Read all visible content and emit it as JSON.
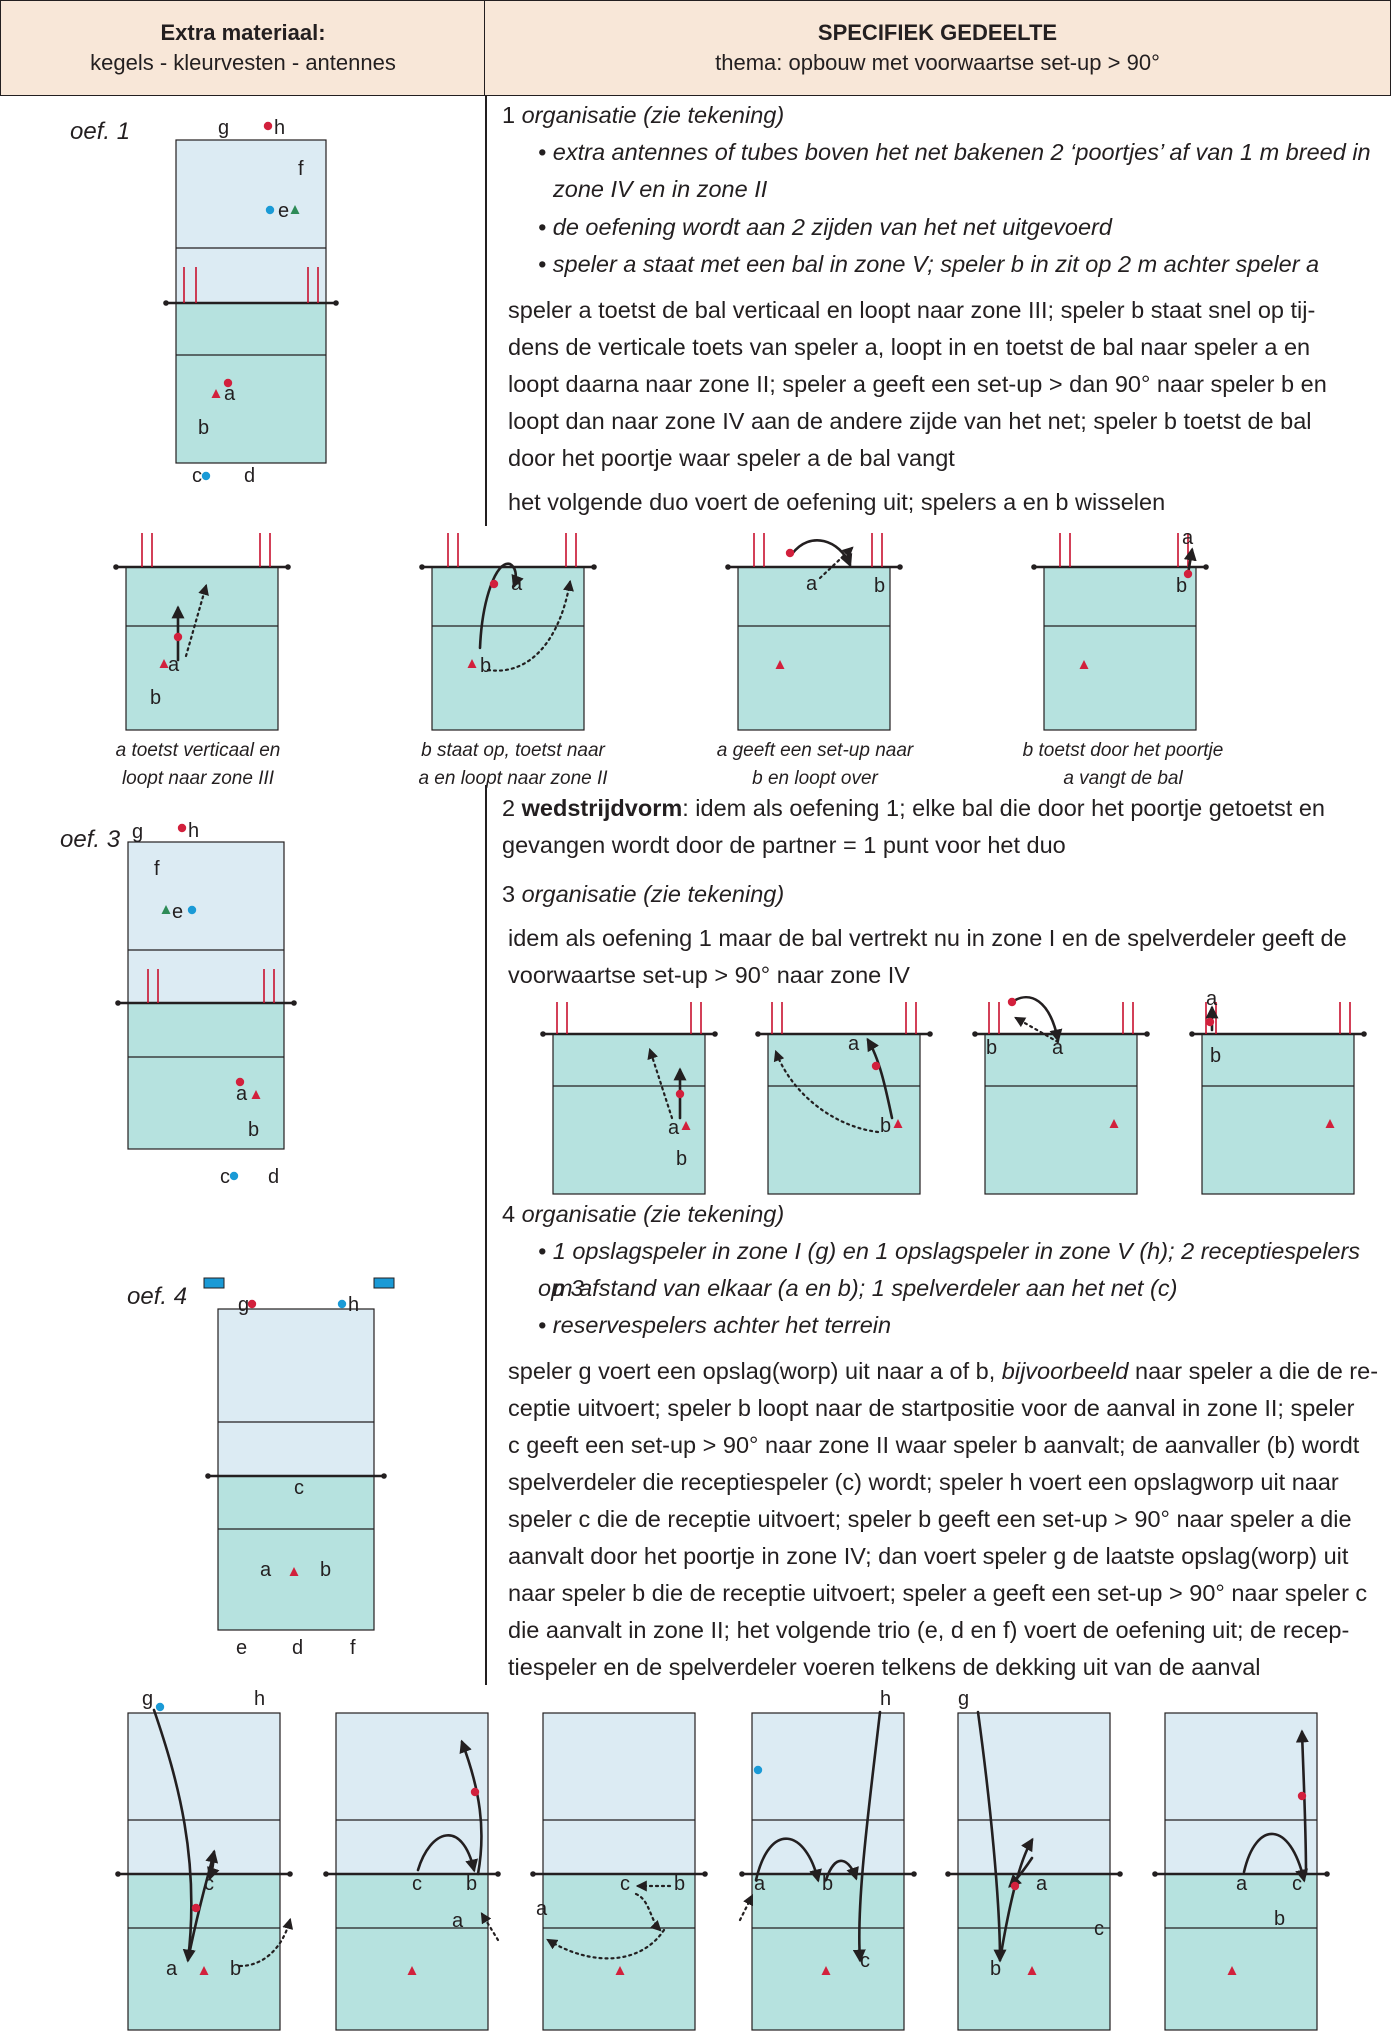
{
  "header": {
    "left_title": "Extra materiaal:",
    "left_sub": "kegels - kleurvesten - antennes",
    "right_title": "SPECIFIEK GEDEELTE",
    "right_sub": "thema: opbouw met voorwaartse set-up > 90°"
  },
  "oef_labels": {
    "oef1": "oef. 1",
    "oef3": "oef. 3",
    "oef4": "oef. 4"
  },
  "sec1": {
    "num": "1",
    "title": "organisatie (zie tekening)",
    "bullets": [
      "extra antennes of tubes boven het net bakenen 2 ‘poortjes’ af van 1 m breed in",
      "zone IV en in zone II",
      "de oefening wordt aan 2 zijden van het net uitgevoerd",
      "speler a staat met een bal in zone V; speler b in zit op 2 m achter speler a"
    ],
    "body": [
      "speler a toetst de bal verticaal en loopt naar zone III; speler b staat snel op tij-",
      "dens de verticale toets van speler a, loopt in en toetst de bal naar speler a en",
      "loopt daarna naar zone II; speler a geeft een set-up > dan 90° naar speler b en",
      "loopt dan naar zone IV aan de andere zijde van het net; speler b toetst de bal",
      "door het poortje waar speler a de bal vangt"
    ],
    "note": "het volgende duo voert de oefening uit; spelers a en b wisselen"
  },
  "captions1": [
    [
      "a toetst verticaal en",
      "loopt naar zone III"
    ],
    [
      "b staat op, toetst naar",
      "a en loopt naar zone II"
    ],
    [
      "a geeft een set-up naar",
      "b en loopt over"
    ],
    [
      "b toetst door het poortje",
      "a vangt de bal"
    ]
  ],
  "sec2": {
    "num": "2",
    "bold": "wedstrijdvorm",
    "line1": ": idem als oefening 1; elke bal die door het poortje getoetst en",
    "line2": "gevangen wordt door de partner = 1 punt voor het duo"
  },
  "sec3": {
    "num": "3",
    "title": "organisatie (zie tekening)",
    "body": [
      "idem als oefening 1 maar de bal vertrekt nu in zone I en de spelverdeler geeft de",
      "voorwaartse set-up > 90° naar zone IV"
    ]
  },
  "sec4": {
    "num": "4",
    "title": "organisatie (zie tekening)",
    "bullets": [
      "1 opslagspeler in zone I (g) en 1 opslagspeler in zone V (h); 2 receptiespelers op 3",
      "m afstand van elkaar (a en b); 1 spelverdeler aan het net (c)",
      "reservespelers achter het terrein"
    ],
    "body_first_pre": "speler g voert een opslag(worp) uit naar a of b, ",
    "body_first_it": "bijvoorbeeld",
    "body_first_post": " naar speler a die de re-",
    "body": [
      "ceptie uitvoert; speler b loopt naar de startpositie voor de aanval in zone II; speler",
      "c geeft een set-up > 90° naar zone II waar speler b aanvalt; de aanvaller (b) wordt",
      "spelverdeler die receptiespeler (c) wordt; speler h voert een opslagworp uit naar",
      "speler c die de receptie uitvoert; speler b geeft een set-up > 90° naar speler a die",
      "aanvalt door het poortje in zone IV; dan voert speler g de laatste opslag(worp) uit",
      "naar speler b die de receptie uitvoert; speler a geeft een set-up > 90° naar speler c",
      "die aanvalt in zone II; het volgende trio (e, d en f) voert de oefening uit; de recep-",
      "tiespeler en de spelverdeler voeren telkens de dekking uit van de aanval"
    ]
  },
  "players": {
    "a": "a",
    "b": "b",
    "c": "c",
    "d": "d",
    "e": "e",
    "f": "f",
    "g": "g",
    "h": "h"
  },
  "colors": {
    "court_top": "#dcebf3",
    "court_bottom": "#b6e2df",
    "antenna": "#c8102e",
    "ball": "#d2203c",
    "ball_blue": "#1a9ad6",
    "cone_green": "#2e8b57",
    "header_bg": "#f8e7d8"
  }
}
